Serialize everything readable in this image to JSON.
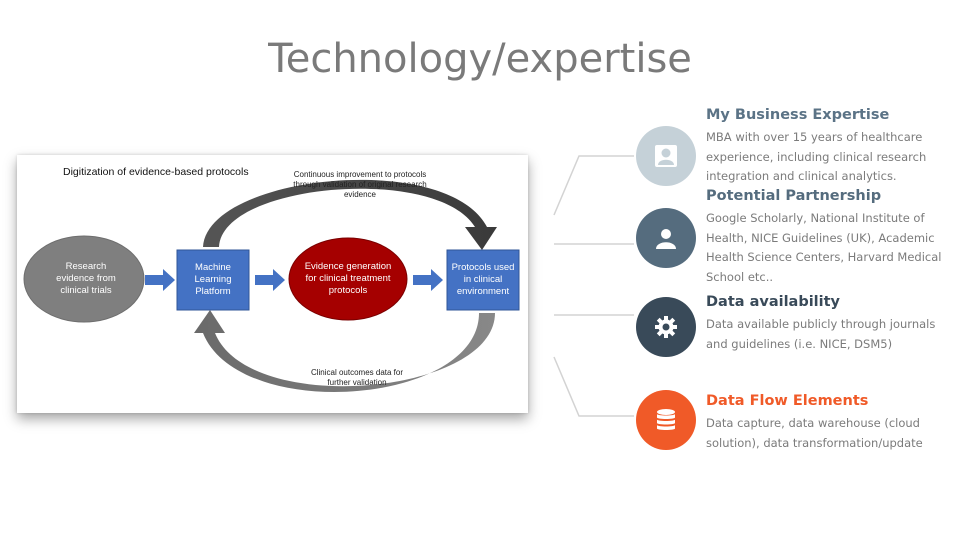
{
  "slide": {
    "title": "Technology/expertise"
  },
  "diagram": {
    "heading": "Digitization of evidence-based protocols",
    "top_note": "Continuous improvement to protocols through validation of original research evidence",
    "bottom_note": "Clinical outcomes data for further validation",
    "nodes": {
      "research": "Research evidence from clinical trials",
      "ml_platform": "Machine Learning Platform",
      "evidence_generation": "Evidence generation for clinical treatment protocols",
      "protocols": "Protocols used in clinical environment"
    },
    "colors": {
      "research": "#7f7f7f",
      "box": "#4472c4",
      "evidence": "#a50000",
      "arrow": "#4472c4",
      "cycle_arrow": "#4d4d4d"
    }
  },
  "items": [
    {
      "title": "My Business Expertise",
      "body": "MBA with over 15 years of healthcare experience, including clinical research integration  and clinical analytics.",
      "icon": "user-icon",
      "color": "#c5d1d8"
    },
    {
      "title": "Potential Partnership",
      "body": "Google Scholarly, National Institute of Health, NICE Guidelines (UK), Academic Health Science Centers, Harvard Medical School etc..",
      "icon": "user-icon",
      "color": "#556c7e"
    },
    {
      "title": "Data availability",
      "body": "Data available publicly through journals and guidelines  (i.e. NICE, DSM5)",
      "icon": "gear-icon",
      "color": "#394a59"
    },
    {
      "title": "Data Flow Elements",
      "body": " Data capture, data warehouse (cloud solution), data transformation/update",
      "icon": "database-icon",
      "color": "#f05a28"
    }
  ]
}
